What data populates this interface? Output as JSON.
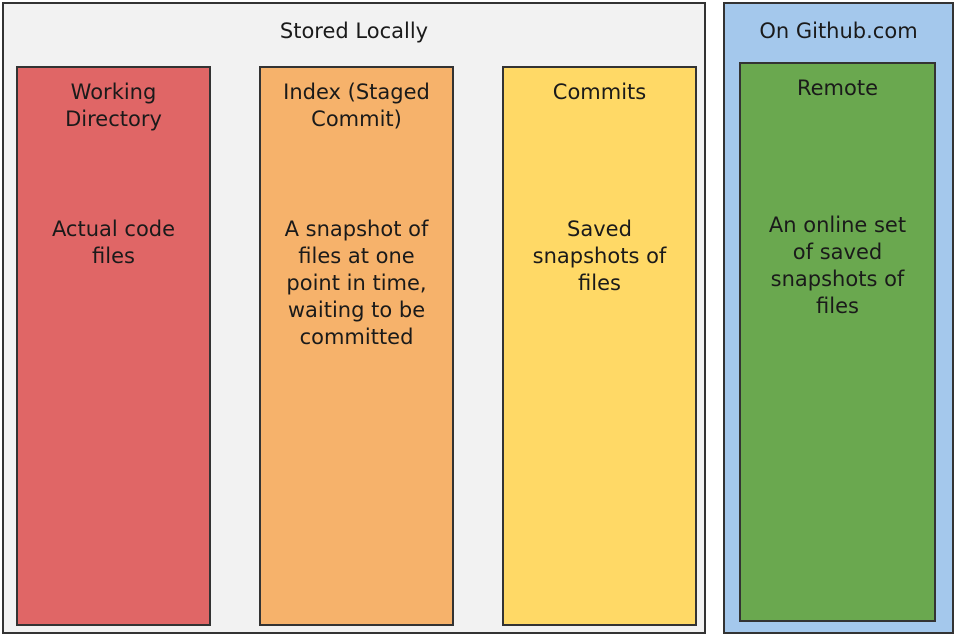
{
  "groups": {
    "local": {
      "title": "Stored Locally",
      "color": "#f2f2f2"
    },
    "remote": {
      "title": "On Github.com",
      "color": "#a4c8ec"
    }
  },
  "boxes": [
    {
      "title": "Working\nDirectory",
      "desc": "Actual code\nfiles",
      "color": "#e06666"
    },
    {
      "title": "Index (Staged\nCommit)",
      "desc": "A snapshot of\nfiles at one\npoint in time,\nwaiting to be\ncommitted",
      "color": "#f6b26b"
    },
    {
      "title": "Commits",
      "desc": "Saved\nsnapshots of\nfiles",
      "color": "#ffd966"
    },
    {
      "title": "Remote",
      "desc": "An online set\nof saved\nsnapshots of\nfiles",
      "color": "#6aa84f"
    }
  ]
}
